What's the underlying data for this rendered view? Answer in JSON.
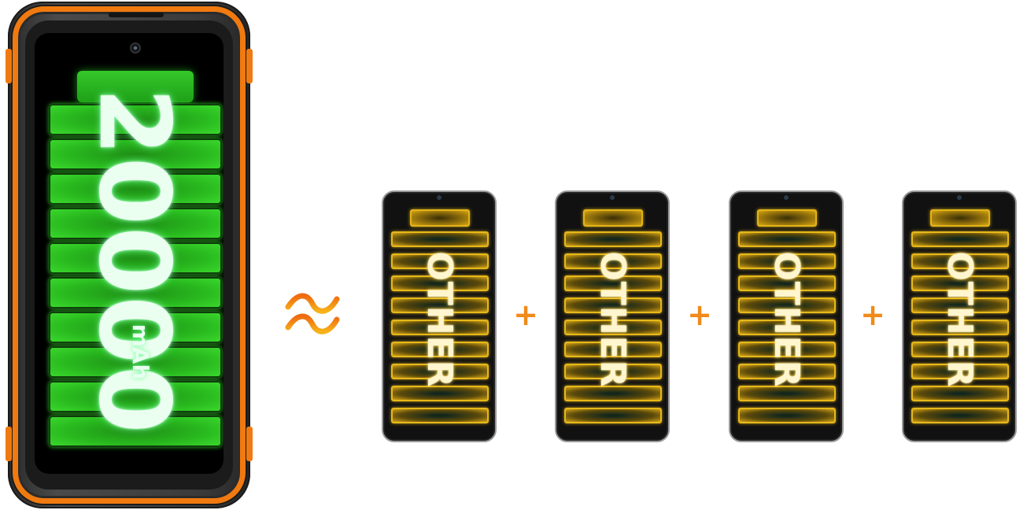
{
  "big_phone": {
    "capacity_value": "20000",
    "capacity_unit": "mAh"
  },
  "approx_symbol": "≈",
  "other_label": "OTHER",
  "plus_symbol": "+",
  "small_phones": [
    {
      "label": "OTHER"
    },
    {
      "label": "OTHER"
    },
    {
      "label": "OTHER"
    },
    {
      "label": "OTHER"
    }
  ],
  "colors": {
    "bumper_orange": "#f07a10",
    "battery_green": "#28b81e",
    "battery_yellow": "#e6b81a",
    "approx_orange": "#f07a10",
    "approx_yellow": "#f5b416"
  }
}
